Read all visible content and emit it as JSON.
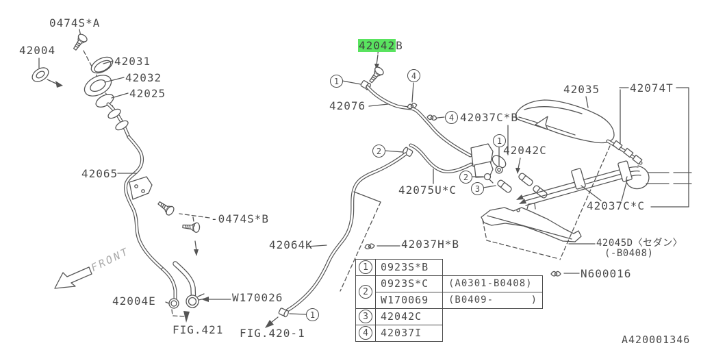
{
  "colors": {
    "ink": "#555555",
    "label": "#4a4a4a",
    "highlight": "#59e35f",
    "background": "#ffffff",
    "front_gray": "#a9a9a9"
  },
  "callouts": {
    "one": "1",
    "two": "2",
    "three": "3",
    "four": "4"
  },
  "labels": {
    "bolt_0474sa": "0474S*A",
    "cap_42004": "42004",
    "clamp_42031": "42031",
    "gasket_42032": "42032",
    "ring_42025": "42025",
    "pipe_42065": "42065",
    "bolt_0474sb": "-0474S*B",
    "clamp_42004e": "42004E",
    "clamp_w170026": "W170026",
    "fig_421": "FIG.421",
    "fig_420_1": "FIG.420-1",
    "front": "FRONT",
    "part_42042_highlight": "42042",
    "part_42042_suffix": "B",
    "hose_42076": "42076",
    "clip_42037cb": "42037C*B",
    "protector_42035": "42035",
    "pipes_42074t": "42074T",
    "valve_42042c": "42042C",
    "hose_42075uc": "42075U*C",
    "clamp_42037cc": "42037C*C",
    "hose_42064k": "42064K",
    "clamp_42037hb": "42037H*B",
    "guard_42045d": "42045D〈セダン〉",
    "guard_range": "(-B0408)",
    "nut_n600016": "N600016"
  },
  "legend": {
    "rows": [
      {
        "num": "1",
        "part": "0923S*B"
      },
      {
        "num": "2",
        "part": "0923S*C",
        "range": "(A0301-B0408)"
      },
      {
        "num": "",
        "part": "W170069",
        "range_open": "(B0409-",
        "range_close": ")"
      },
      {
        "num": "3",
        "part": "42042C"
      },
      {
        "num": "4",
        "part": "42037I"
      }
    ]
  },
  "drawing_number": "A420001346"
}
